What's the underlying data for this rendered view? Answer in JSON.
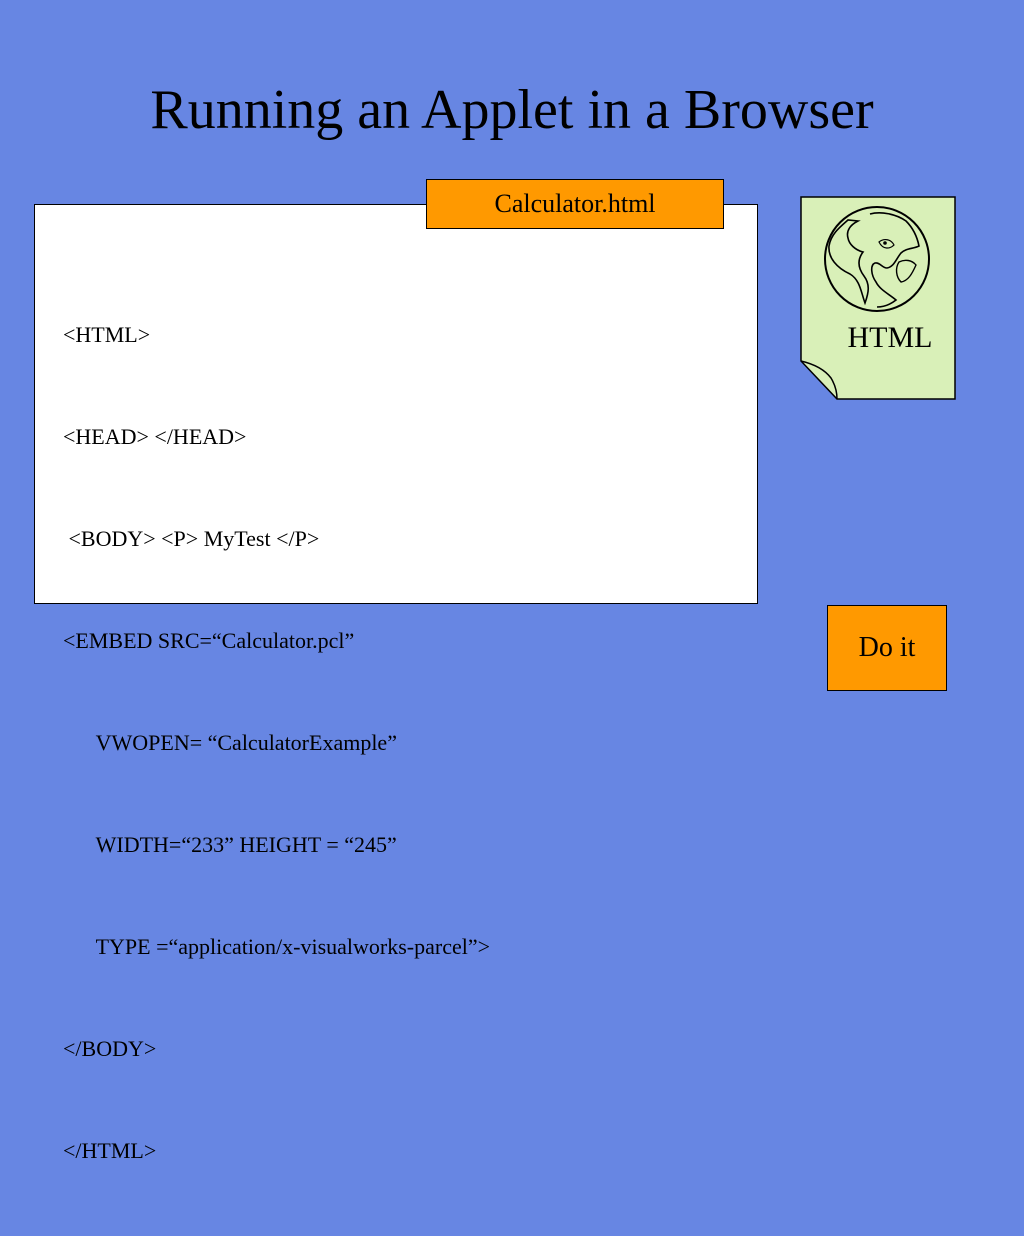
{
  "slide": {
    "title": "Running an Applet in a Browser"
  },
  "code_panel": {
    "filename": "Calculator.html",
    "lines": [
      "<HTML>",
      "<HEAD> </HEAD>",
      " <BODY> <P> MyTest </P>",
      "<EMBED SRC=“Calculator.pcl”",
      "      VWOPEN= “CalculatorExample”",
      "      WIDTH=“233” HEIGHT = “245”",
      "      TYPE =“application/x-visualworks-parcel”>",
      "</BODY>",
      "</HTML>"
    ]
  },
  "html_file_icon": {
    "icon": "globe-document-icon",
    "label": "HTML",
    "fill_color": "#d9f0b8"
  },
  "action": {
    "do_it_label": "Do it"
  },
  "colors": {
    "background": "#6786e3",
    "accent": "#ff9900",
    "panel": "#ffffff"
  }
}
